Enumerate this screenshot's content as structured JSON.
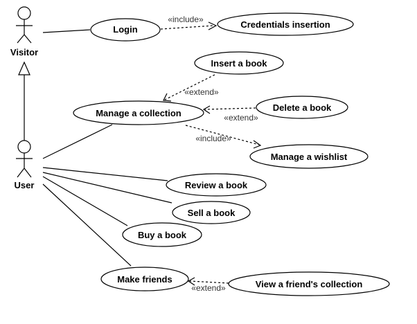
{
  "actors": {
    "visitor": {
      "label": "Visitor"
    },
    "user": {
      "label": "User"
    }
  },
  "use_cases": {
    "login": "Login",
    "credentials": "Credentials insertion",
    "insert_book": "Insert a book",
    "manage_collection": "Manage a collection",
    "delete_book": "Delete a book",
    "manage_wishlist": "Manage a wishlist",
    "review_book": "Review a book",
    "sell_book": "Sell a book",
    "buy_book": "Buy a book",
    "make_friends": "Make friends",
    "view_friend_collection": "View a friend's collection"
  },
  "stereotypes": {
    "include_login": "«include»",
    "extend_insert": "«extend»",
    "extend_delete": "«extend»",
    "include_wishlist": "«include»",
    "extend_view_friend": "«extend»"
  }
}
